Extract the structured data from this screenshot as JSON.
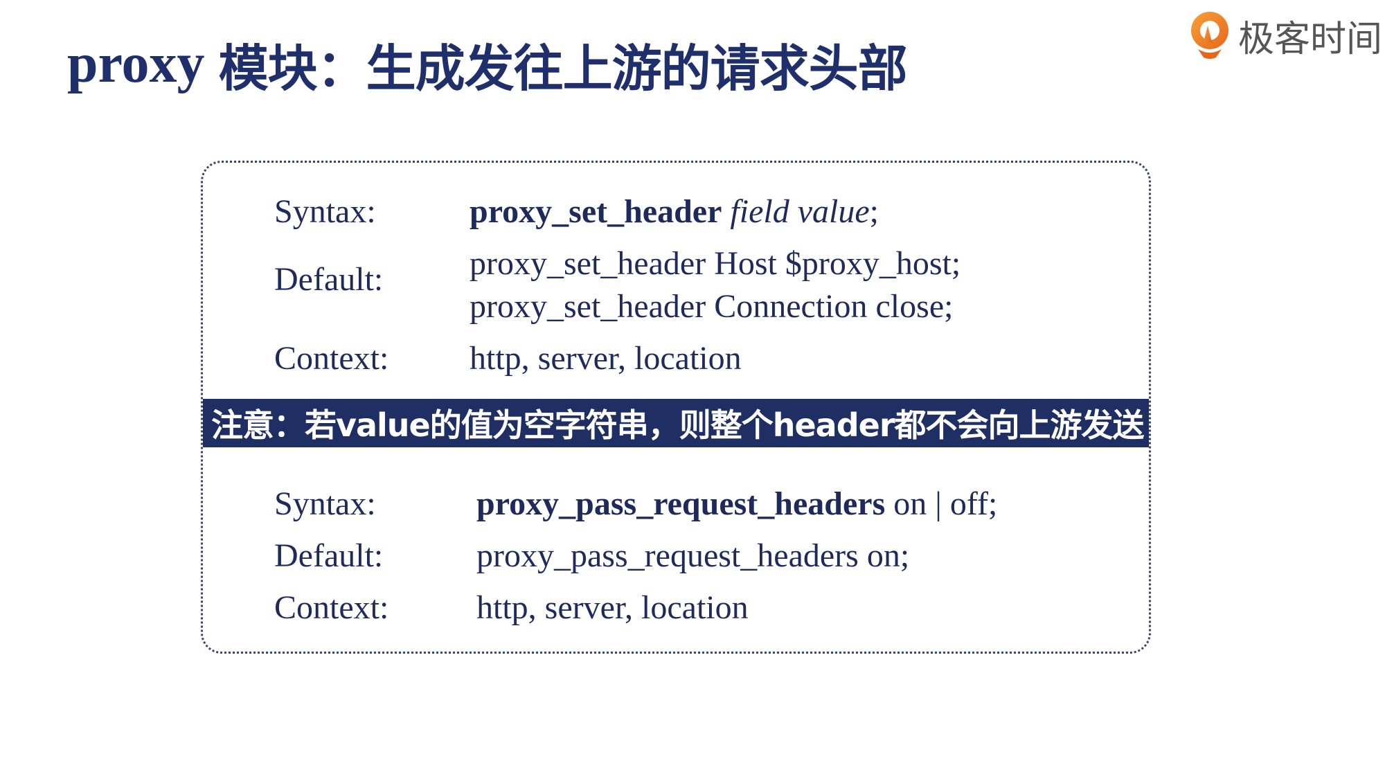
{
  "slide": {
    "title_latin": "proxy",
    "title_cjk": "模块：生成发往上游的请求头部"
  },
  "logo": {
    "icon": "geektime-logo-icon",
    "text": "极客时间",
    "colors": {
      "icon": "#f07a1c",
      "text": "#555555"
    }
  },
  "directives": [
    {
      "syntax": {
        "label": "Syntax:",
        "keyword": "proxy_set_header",
        "args": "field value",
        "suffix": ";"
      },
      "default": {
        "label": "Default:",
        "lines": [
          "proxy_set_header Host $proxy_host;",
          "proxy_set_header Connection close;"
        ]
      },
      "context": {
        "label": "Context:",
        "value": "http, server, location"
      }
    },
    {
      "syntax": {
        "label": "Syntax:",
        "keyword": "proxy_pass_request_headers",
        "args": " on | off;"
      },
      "default": {
        "label": "Default:",
        "lines": [
          "proxy_pass_request_headers on;"
        ]
      },
      "context": {
        "label": "Context:",
        "value": "http, server, location"
      }
    }
  ],
  "note": {
    "text": "注意：若value的值为空字符串，则整个header都不会向上游发送"
  },
  "colors": {
    "navy": "#1f2f63",
    "text": "#1f2a5c",
    "background": "#ffffff"
  }
}
